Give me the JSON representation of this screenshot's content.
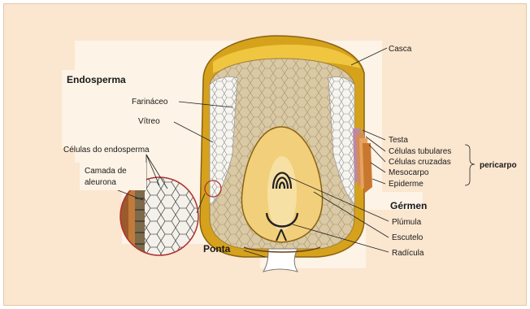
{
  "labels": {
    "casca": "Casca",
    "endosperma": "Endosperma",
    "farinaceo": "Farináceo",
    "vitreo": "Vítreo",
    "celulas_endosperma": "Células do endosperma",
    "camada_aleurona_line1": "Camada de",
    "camada_aleurona_line2": "aleurona",
    "testa": "Testa",
    "celulas_tubulares": "Células tubulares",
    "celulas_cruzadas": "Células cruzadas",
    "mesocarpo": "Mesocarpo",
    "epiderme": "Epiderme",
    "pericarpo": "pericarpo",
    "germen": "Gérmen",
    "plumula": "Plúmula",
    "escutelo": "Escutelo",
    "radicula": "Radícula",
    "ponta": "Ponta"
  },
  "colors": {
    "background": "#fbe6cf",
    "highlight_panel": "#fdf3e6",
    "casca": "#d6a21c",
    "endosperm_farinaceous": "#d9c9a4",
    "endosperm_vitreous": "#f4f1e8",
    "germ": "#f2cf7a",
    "pericarp_layers": [
      "#b98aa6",
      "#d68a55",
      "#e7a25f",
      "#c9772f"
    ]
  }
}
